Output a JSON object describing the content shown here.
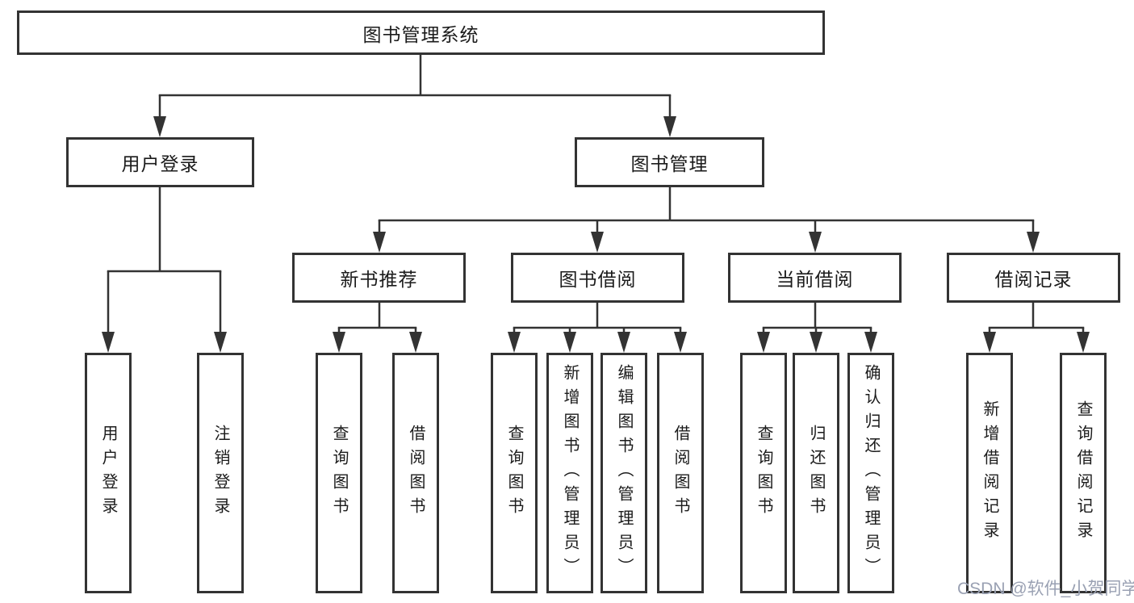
{
  "diagram": {
    "root": {
      "label": "图书管理系统"
    },
    "level2": [
      {
        "id": "user-login",
        "label": "用户登录"
      },
      {
        "id": "book-management",
        "label": "图书管理"
      }
    ],
    "level3": [
      {
        "id": "new-book-recommend",
        "label": "新书推荐"
      },
      {
        "id": "book-borrowing",
        "label": "图书借阅"
      },
      {
        "id": "current-borrowing",
        "label": "当前借阅"
      },
      {
        "id": "borrowing-records",
        "label": "借阅记录"
      }
    ],
    "leaves": {
      "user_login": [
        "用户登录",
        "注销登录"
      ],
      "new_book_recommend": [
        "查询图书",
        "借阅图书"
      ],
      "book_borrowing": [
        "查询图书",
        "新增图书（管理员）",
        "编辑图书（管理员）",
        "借阅图书"
      ],
      "current_borrowing": [
        "查询图书",
        "归还图书",
        "确认归还（管理员）"
      ],
      "borrowing_records": [
        "新增借阅记录",
        "查询借阅记录"
      ]
    }
  },
  "watermark": {
    "text": "CSDN @软件_小贺同学"
  },
  "colors": {
    "line": "#333333",
    "border": "#333333",
    "text": "#1b1b1b",
    "watermark": "#9aa1b3",
    "background": "#ffffff"
  }
}
